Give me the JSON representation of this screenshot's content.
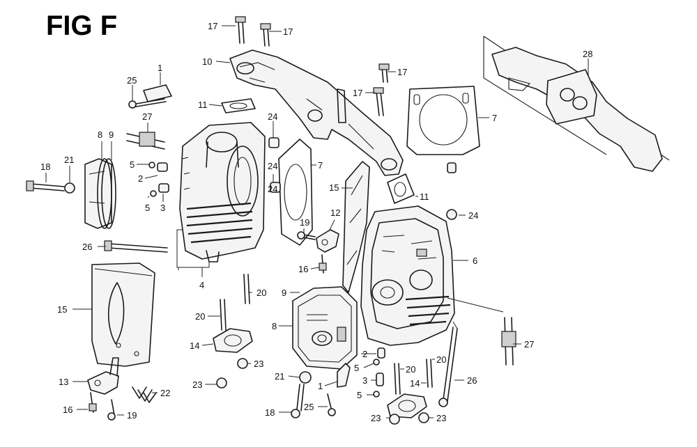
{
  "figure": {
    "title": "FIG F"
  },
  "callouts": [
    {
      "id": "c17a",
      "text": "17"
    },
    {
      "id": "c17b",
      "text": "17"
    },
    {
      "id": "c17c",
      "text": "17"
    },
    {
      "id": "c17d",
      "text": "17"
    },
    {
      "id": "c10",
      "text": "10"
    },
    {
      "id": "c28a",
      "text": "28"
    },
    {
      "id": "c1a",
      "text": "1"
    },
    {
      "id": "c25a",
      "text": "25"
    },
    {
      "id": "c27a",
      "text": "27"
    },
    {
      "id": "c11a",
      "text": "11"
    },
    {
      "id": "c24a",
      "text": "24"
    },
    {
      "id": "c7a",
      "text": "7"
    },
    {
      "id": "c7b",
      "text": "7"
    },
    {
      "id": "c8a",
      "text": "8"
    },
    {
      "id": "c9a",
      "text": "9"
    },
    {
      "id": "c18a",
      "text": "18"
    },
    {
      "id": "c21a",
      "text": "21"
    },
    {
      "id": "c5a",
      "text": "5"
    },
    {
      "id": "c2a",
      "text": "2"
    },
    {
      "id": "c5b",
      "text": "5"
    },
    {
      "id": "c3a",
      "text": "3"
    },
    {
      "id": "c24b",
      "text": "24"
    },
    {
      "id": "c24c",
      "text": "24"
    },
    {
      "id": "c15a",
      "text": "15"
    },
    {
      "id": "c11b",
      "text": "11"
    },
    {
      "id": "c12",
      "text": "12"
    },
    {
      "id": "c19a",
      "text": "19"
    },
    {
      "id": "c24d",
      "text": "24"
    },
    {
      "id": "c26a",
      "text": "26"
    },
    {
      "id": "c16a",
      "text": "16"
    },
    {
      "id": "c6",
      "text": "6"
    },
    {
      "id": "c4",
      "text": "4"
    },
    {
      "id": "c20a",
      "text": "20"
    },
    {
      "id": "c15b",
      "text": "15"
    },
    {
      "id": "c9b",
      "text": "9"
    },
    {
      "id": "c20b",
      "text": "20"
    },
    {
      "id": "c8b",
      "text": "8"
    },
    {
      "id": "c27b",
      "text": "27"
    },
    {
      "id": "c14a",
      "text": "14"
    },
    {
      "id": "c23a",
      "text": "23"
    },
    {
      "id": "c2b",
      "text": "2"
    },
    {
      "id": "c5c",
      "text": "5"
    },
    {
      "id": "c20c",
      "text": "20"
    },
    {
      "id": "c20d",
      "text": "20"
    },
    {
      "id": "c21b",
      "text": "21"
    },
    {
      "id": "c3b",
      "text": "3"
    },
    {
      "id": "c26b",
      "text": "26"
    },
    {
      "id": "c13",
      "text": "13"
    },
    {
      "id": "c22",
      "text": "22"
    },
    {
      "id": "c1b",
      "text": "1"
    },
    {
      "id": "c14b",
      "text": "14"
    },
    {
      "id": "c5d",
      "text": "5"
    },
    {
      "id": "c23b",
      "text": "23"
    },
    {
      "id": "c16b",
      "text": "16"
    },
    {
      "id": "c19b",
      "text": "19"
    },
    {
      "id": "c18b",
      "text": "18"
    },
    {
      "id": "c25b",
      "text": "25"
    },
    {
      "id": "c23c",
      "text": "23"
    },
    {
      "id": "c23d",
      "text": "23"
    }
  ]
}
